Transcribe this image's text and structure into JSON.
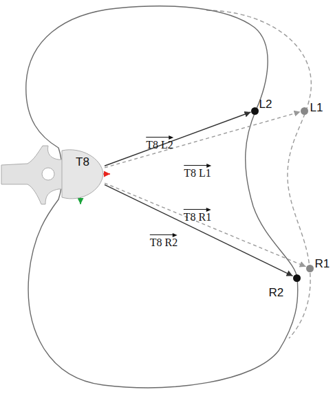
{
  "diagram": {
    "nodes": [
      {
        "text": [
          "T8"
        ]
      },
      {
        "text": [
          "L2"
        ]
      },
      {
        "text": [
          "L1"
        ]
      },
      {
        "text": [
          "R1"
        ]
      },
      {
        "text": [
          "R2"
        ]
      }
    ],
    "edges": [
      {
        "from": 0,
        "to": 1,
        "arrow": "to",
        "label": "T8 L2"
      },
      {
        "from": 0,
        "to": 2,
        "arrow": "to",
        "label": "T8 L1"
      },
      {
        "from": 0,
        "to": 3,
        "arrow": "to",
        "label": "T8 R1"
      },
      {
        "from": 0,
        "to": 4,
        "arrow": "to",
        "label": "T8 R2"
      }
    ]
  }
}
